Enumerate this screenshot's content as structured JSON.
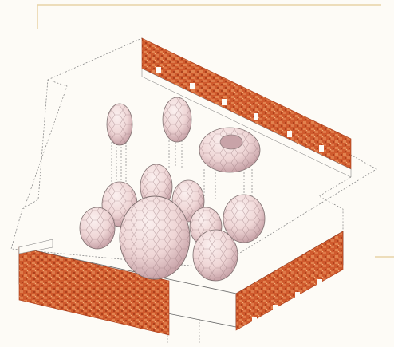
{
  "colors": {
    "background": "#fdfbf6",
    "frame_line": "#e8d3a6",
    "brick_red": "#cf5a2d",
    "brick_dark": "#a53a18",
    "brick_light": "#e8905b",
    "form_fill": "#f1dcdc",
    "form_shade": "#cfaeb3",
    "form_cell": "#9b7b80",
    "ground_edge": "#7d6e6e",
    "dashed_line": "#6f6f6f"
  },
  "icons": {
    "walls": "brick-wall",
    "forms": "cellular-blob",
    "ground": "isometric-slab"
  }
}
